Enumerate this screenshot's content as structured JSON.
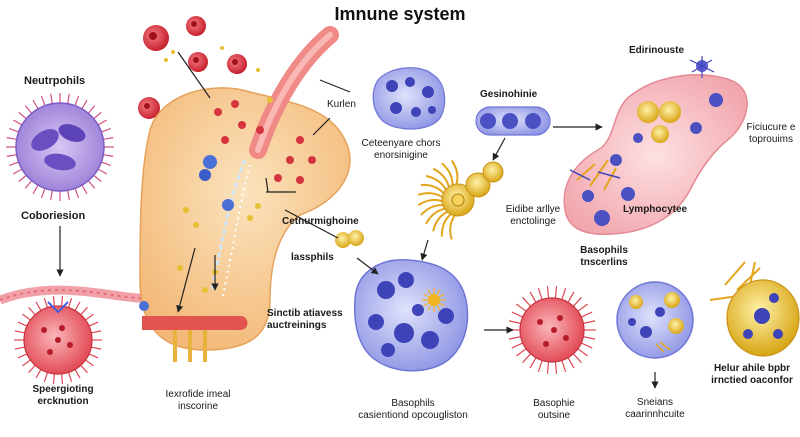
{
  "title": "Imnune system",
  "labels": {
    "neutrophils": "Neutrpohils",
    "coboriesion": "Coboriesion",
    "speergoting": "Speergioting\nercknution",
    "kurlen": "Kurlen",
    "ceteenyare": "Ceteenyare chors\nenorsinigine",
    "gesinohinie": "Gesinohinie",
    "edirinouste": "Edirinouste",
    "ficiucure": "Ficiucure e\ntoprouims",
    "edible": "Eidibe arllye\nenctolinge",
    "lymphocytee": "Lymphocytee",
    "cetnurmighoine": "Cetnurmighoine",
    "lassphils": "lassphils",
    "basophils_top": "Basophils\ntnscerlins",
    "sinctib": "Sinctib atiavess\nauctreinings",
    "iexrofide": "Iexrofide imeal\ninscorine",
    "basophils_bottom": "Basophils\ncasientiond opcougliston",
    "basophie": "Basophie\noutsine",
    "sneians": "Sneians\ncaarinnhcuite",
    "helur": "Helur ahile bpbr\nirnctied oaconfor"
  },
  "colors": {
    "organ": "#f6c98a",
    "vessel": "#e2544f",
    "cell_blue": "#7e86e0",
    "cell_red": "#e85561",
    "cell_yellow": "#e7c034",
    "neutrophil": "#b9a0e6"
  }
}
